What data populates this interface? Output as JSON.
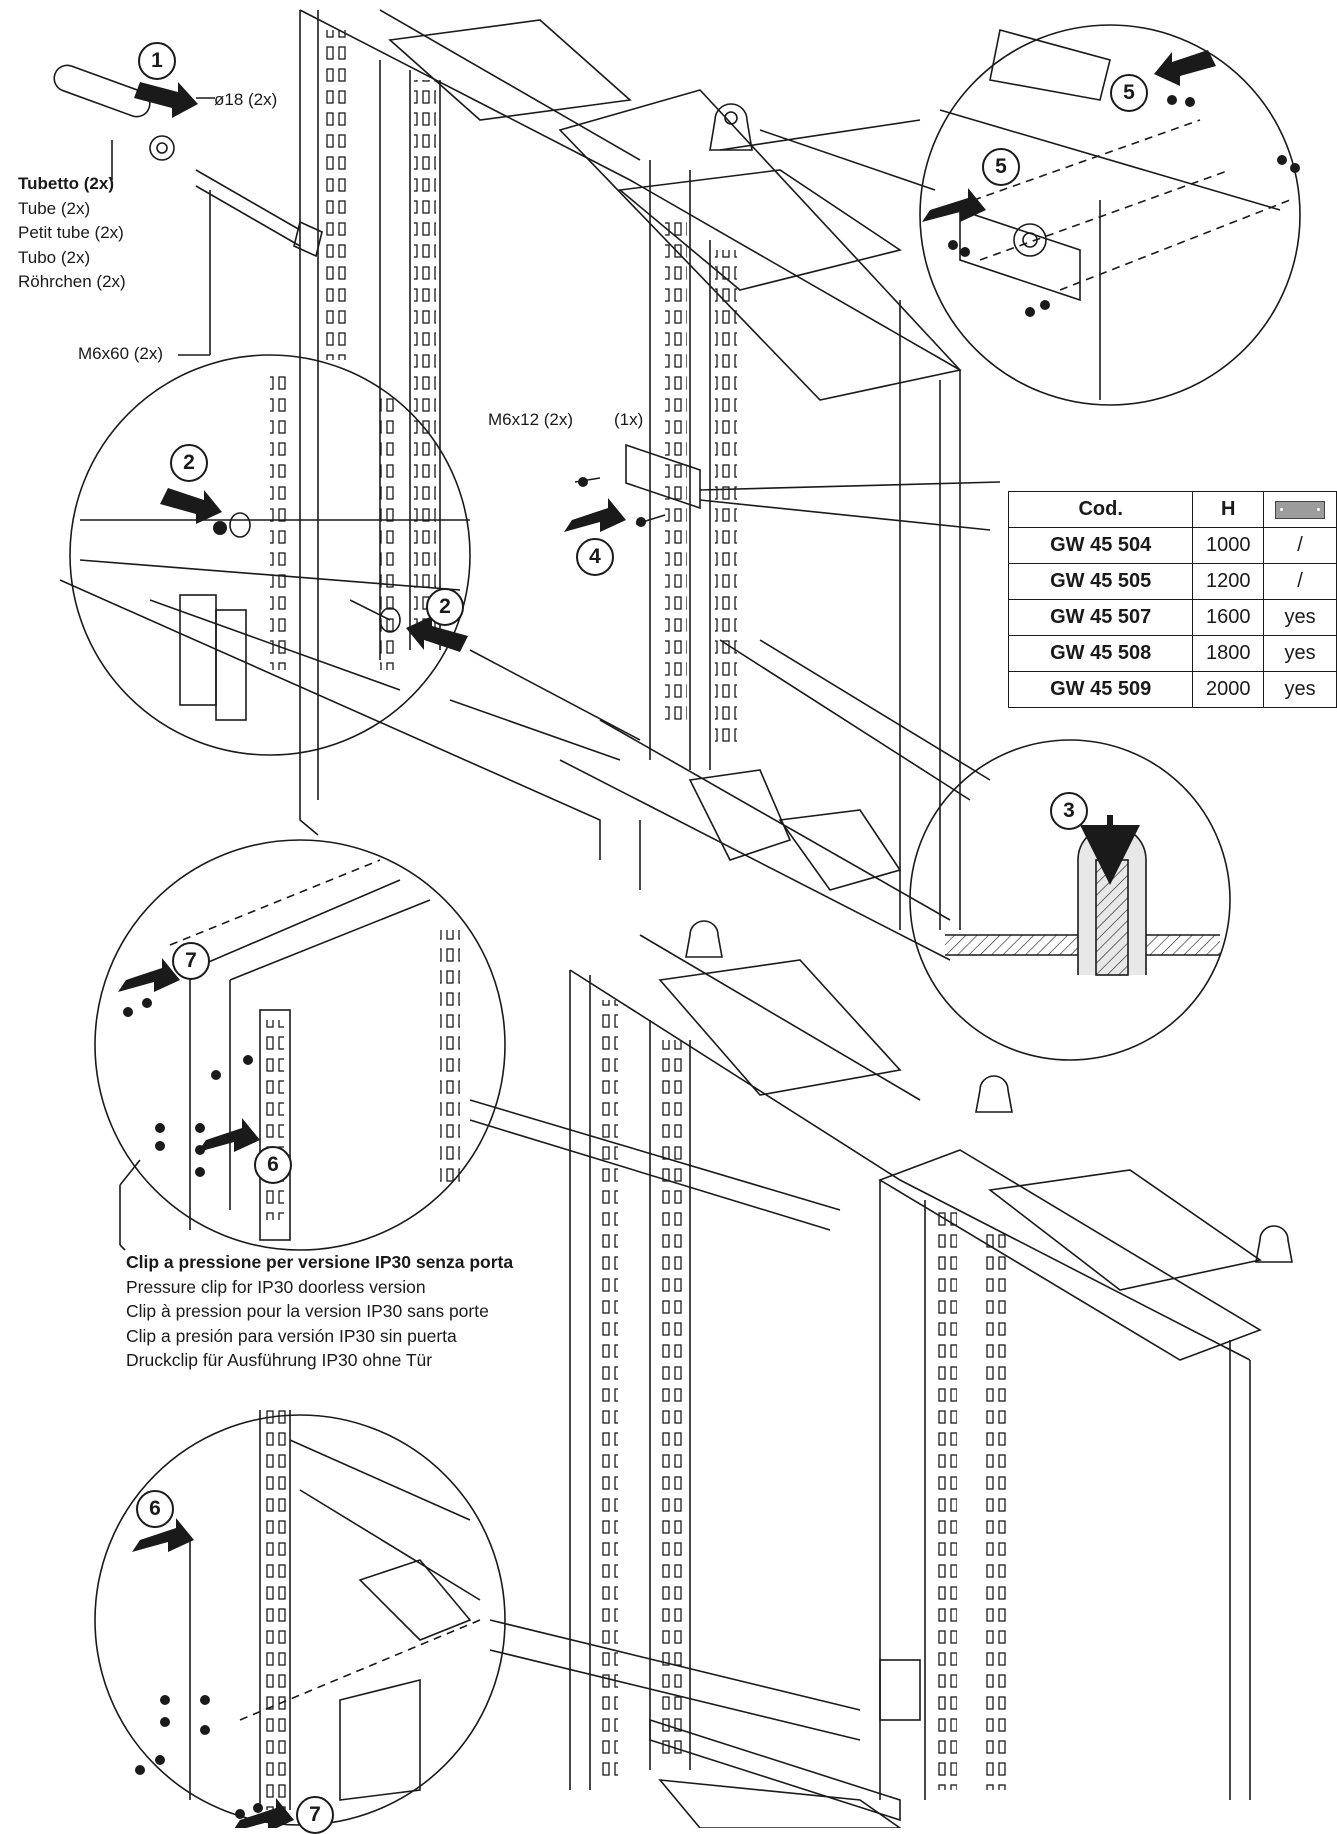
{
  "labels": {
    "diameter": "ø18 (2x)",
    "bolt_long": "M6x60 (2x)",
    "bolt_short": "M6x12 (2x)",
    "bracket_qty": "(1x)"
  },
  "tube_names": {
    "it": "Tubetto (2x)",
    "en": "Tube (2x)",
    "fr": "Petit tube (2x)",
    "es": "Tubo (2x)",
    "de": "Röhrchen (2x)"
  },
  "clip_names": {
    "it": "Clip a pressione per versione IP30 senza porta",
    "en": "Pressure clip for IP30 doorless version",
    "fr": "Clip à pression pour la version IP30 sans porte",
    "es": "Clip a presión para versión IP30 sin puerta",
    "de": "Druckclip für Ausführung IP30 ohne Tür"
  },
  "steps": {
    "s1": "1",
    "s2a": "2",
    "s2b": "2",
    "s3": "3",
    "s4": "4",
    "s5a": "5",
    "s5b": "5",
    "s6a": "6",
    "s6b": "6",
    "s7a": "7",
    "s7b": "7"
  },
  "code_table": {
    "headers": {
      "code": "Cod.",
      "height": "H",
      "panel_icon": "panel-icon"
    },
    "rows": [
      {
        "code": "GW 45 504",
        "height": "1000",
        "panel": "/"
      },
      {
        "code": "GW 45 505",
        "height": "1200",
        "panel": "/"
      },
      {
        "code": "GW 45 507",
        "height": "1600",
        "panel": "yes"
      },
      {
        "code": "GW 45 508",
        "height": "1800",
        "panel": "yes"
      },
      {
        "code": "GW 45 509",
        "height": "2000",
        "panel": "yes"
      }
    ]
  },
  "colors": {
    "ink": "#1a1a1a",
    "panel_grey": "#9c9c9c",
    "paper": "#ffffff"
  }
}
